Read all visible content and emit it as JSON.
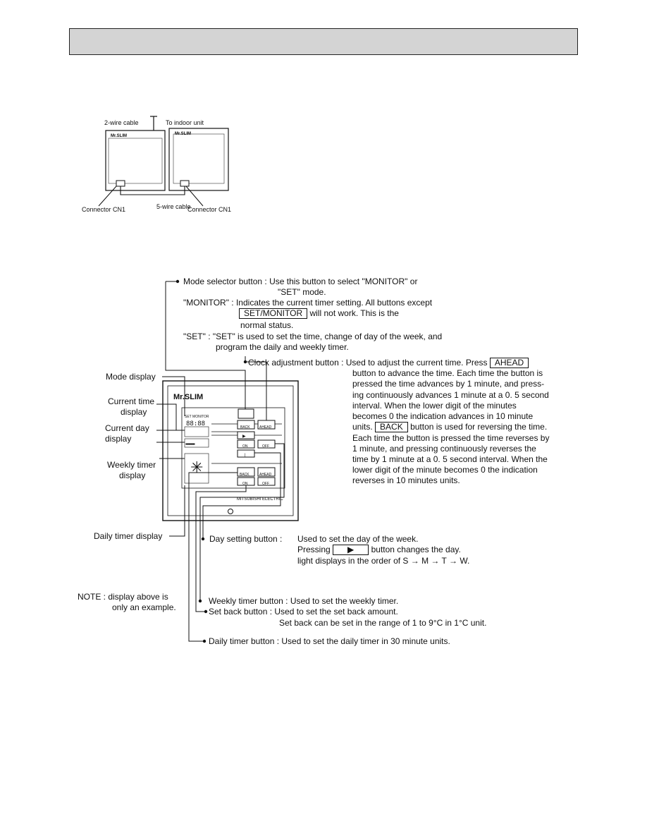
{
  "wiring": {
    "two_wire_label": "2-wire cable",
    "to_indoor_label": "To indoor unit",
    "five_wire_label": "5-wire cable",
    "connector_left": "Connector CN1",
    "connector_right": "Connector CN1",
    "left_unit_logo": "Mr.SLIM",
    "right_unit_logo": "Mr.SLIM"
  },
  "mode_selector": {
    "title": "Mode selector button : Use this button to select \"MONITOR\" or",
    "line2": "\"SET\" mode.",
    "monitor_line1": "\"MONITOR\" : Indicates the current timer setting. All buttons except",
    "monitor_key": "SET/MONITOR",
    "monitor_line2_rest": "will not work. This is the",
    "monitor_line3": "normal status.",
    "set_line1": "\"SET\" : \"SET\" is used to set the time, change of day of the week, and",
    "set_line2": "program the daily and weekly timer."
  },
  "clock": {
    "line1_pre": "Clock adjustment button : Used to adjust the current time. Press",
    "ahead_key": "AHEAD",
    "line2": "button to advance the time. Each time the button is",
    "line3": "pressed the time advances by 1 minute, and press-",
    "line4": "ing continuously advances 1 minute at a 0. 5 second",
    "line5": "interval. When the lower digit of the minutes",
    "line6": "becomes 0 the indication advances in 10 minute",
    "line7_pre": "units.",
    "back_key": "BACK",
    "line7_post": "button is used for reversing the time.",
    "line8": "Each time the button is pressed the time reverses by",
    "line9": "1 minute, and pressing continuously reverses the",
    "line10": "time by 1 minute at a 0. 5 second interval. When the",
    "line11": "lower digit of the minute becomes 0 the indication",
    "line12": "reverses in 10 minutes units."
  },
  "left_labels": {
    "mode_display": "Mode display",
    "current_time_1": "Current time",
    "current_time_2": "display",
    "current_day_1": "Current day",
    "current_day_2": "display",
    "weekly_timer_1": "Weekly timer",
    "weekly_timer_2": "display",
    "daily_timer": "Daily timer display"
  },
  "controller": {
    "logo": "Mr.SLIM",
    "set_monitor": "SET MONITOR",
    "time_digits": "88:88",
    "btn_back": "BACK",
    "btn_ahead": "AHEAD",
    "btn_on1": "ON",
    "btn_off1": "OFF",
    "btn_back2": "BACK",
    "btn_ahead2": "AHEAD",
    "btn_on2": "ON",
    "btn_off2": "OFF",
    "brand": "MITSUBISHI ELECTRIC"
  },
  "day_setting": {
    "title": "Day setting button :",
    "line1": "Used to set the day of the week.",
    "line2_pre": "Pressing",
    "line2_post": "button changes the day.",
    "line3": "light displays in the order of S → M → T → W."
  },
  "note": {
    "line1": "NOTE : display above is",
    "line2": "only an example."
  },
  "weekly": {
    "text": "Weekly timer button : Used to set the weekly timer."
  },
  "setback": {
    "line1": "Set back button : Used to set the set back amount.",
    "line2": "Set back can be set in the range of 1 to 9°C in 1°C unit."
  },
  "daily": {
    "text": "Daily timer button : Used to set the daily timer in 30 minute units."
  }
}
